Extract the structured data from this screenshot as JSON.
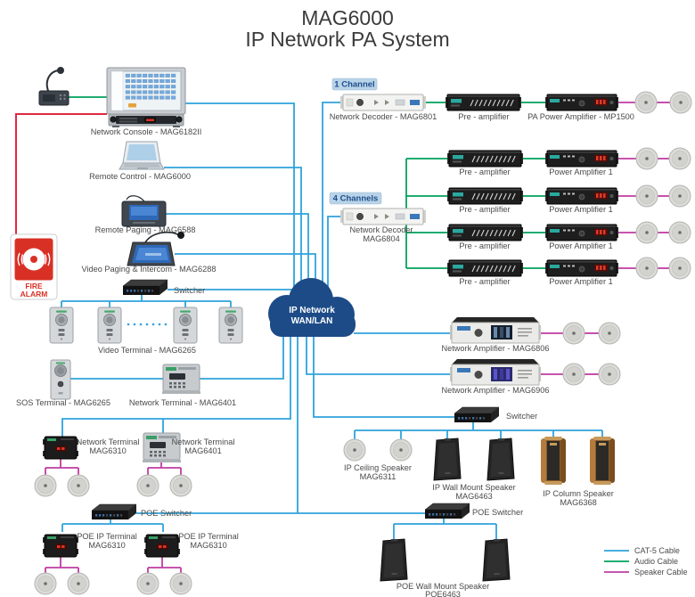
{
  "title": {
    "line1": "MAG6000",
    "line2": "IP Network PA System"
  },
  "cloud": {
    "line1": "IP Network",
    "line2": "WAN/LAN"
  },
  "badges": {
    "one_channel": "1 Channel",
    "four_channels": "4 Channels"
  },
  "colors": {
    "cat5": "#2ea3dc",
    "audio": "#00a05c",
    "speaker": "#bf3ba2",
    "fire": "#e02840",
    "cloud": "#1d4b87",
    "badge_bg": "#b9d3e8",
    "badge_text": "#1d4e8c"
  },
  "labels": {
    "network_console": "Network Console - MAG6182II",
    "remote_control": "Remote Control - MAG6000",
    "remote_paging": "Remote Paging - MAG6588",
    "video_paging": "Video Paging & Intercom - MAG6288",
    "switcher": "Switcher",
    "video_terminal": "Video Terminal - MAG6265",
    "sos_terminal": "SOS Terminal - MAG6265",
    "network_terminal_6401": "Network Terminal - MAG6401",
    "network_terminal": "Network Terminal",
    "mag6310": "MAG6310",
    "mag6401": "MAG6401",
    "poe_switcher": "POE Switcher",
    "poe_ip_terminal": "POE IP Terminal",
    "fire_alarm_1": "FIRE",
    "fire_alarm_2": "ALARM",
    "network_decoder_6801": "Network Decoder - MAG6801",
    "pre_amplifier": "Pre - amplifier",
    "pa_power_amplifier": "PA Power Amplifier - MP1500",
    "network_decoder": "Network Decoder",
    "mag6804": "MAG6804",
    "power_amplifier_1": "Power Amplifier 1",
    "network_amplifier_6806": "Network Amplifier - MAG6806",
    "network_amplifier_6906": "Network Amplifier - MAG6906",
    "ip_ceiling_speaker": "IP Ceiling Speaker",
    "mag6311": "MAG6311",
    "ip_wall_mount_speaker": "IP Wall Mount Speaker",
    "mag6463": "MAG6463",
    "ip_column_speaker": "IP Column Speaker",
    "mag6368": "MAG6368",
    "poe_wall_mount_speaker": "POE Wall Mount Speaker",
    "poe6463": "POE6463"
  },
  "legend": {
    "cat5": "CAT-5 Cable",
    "audio": "Audio Cable",
    "speaker": "Speaker Cable"
  }
}
